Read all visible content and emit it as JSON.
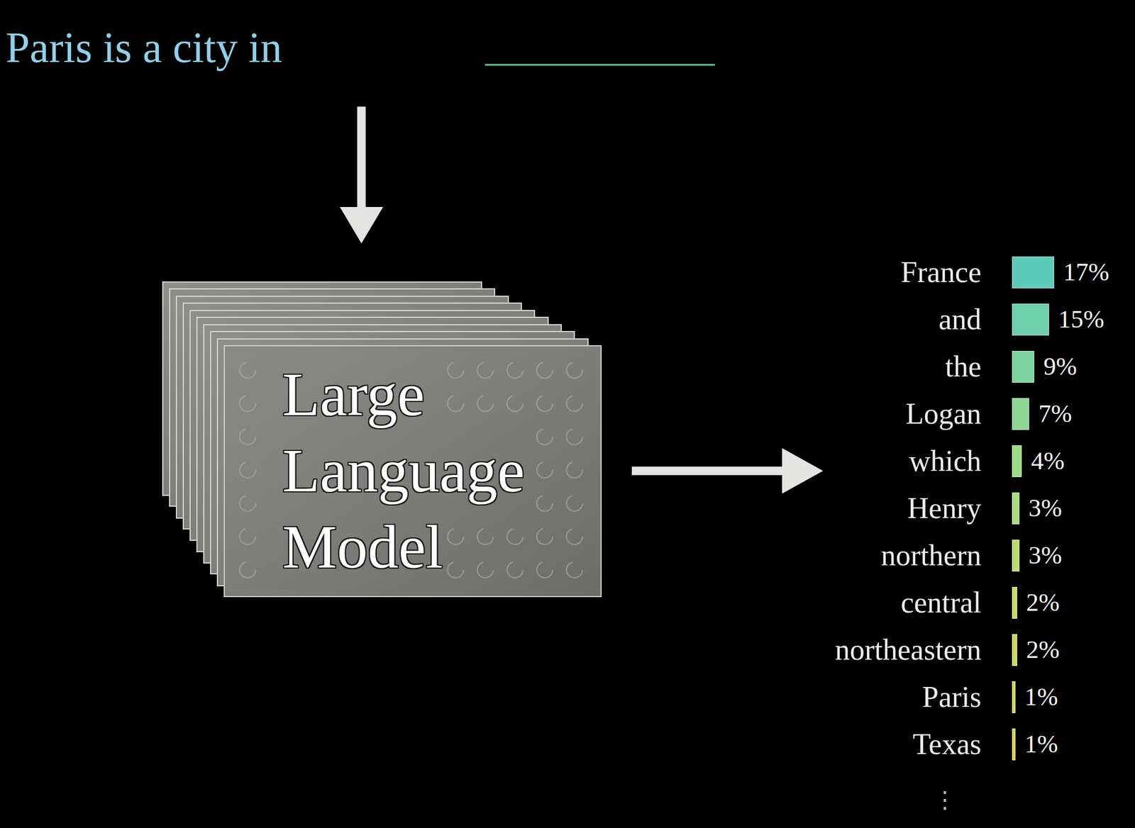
{
  "diagram": {
    "nodes": [
      {
        "text": [
          "Paris is a city in"
        ]
      },
      {
        "text": [
          "Large Language Model"
        ]
      },
      {
        "text": [
          "France",
          "17%",
          "and",
          "15%",
          "the",
          "9%",
          "Logan",
          "7%",
          "which",
          "4%",
          "Henry",
          "3%",
          "northern",
          "3%",
          "central",
          "2%",
          "northeastern",
          "2%",
          "Paris",
          "1%",
          "Texas",
          "1%",
          "⋮"
        ]
      }
    ],
    "edges": [
      {
        "from": 0,
        "to": 1,
        "arrow": "to"
      },
      {
        "from": 1,
        "to": 2,
        "arrow": "to"
      }
    ]
  }
}
